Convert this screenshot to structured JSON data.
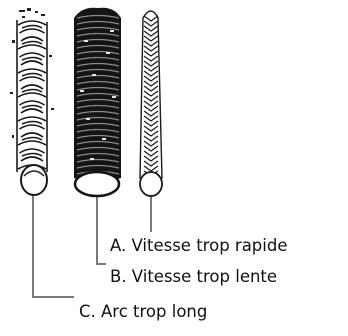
{
  "labels": {
    "a": "A. Vitesse trop rapide",
    "b": "B. Vitesse trop lente",
    "c": "C. Arc trop long"
  },
  "colors": {
    "ink": "#111111",
    "leader_line": "#7a7a7a",
    "background": "#ffffff"
  }
}
